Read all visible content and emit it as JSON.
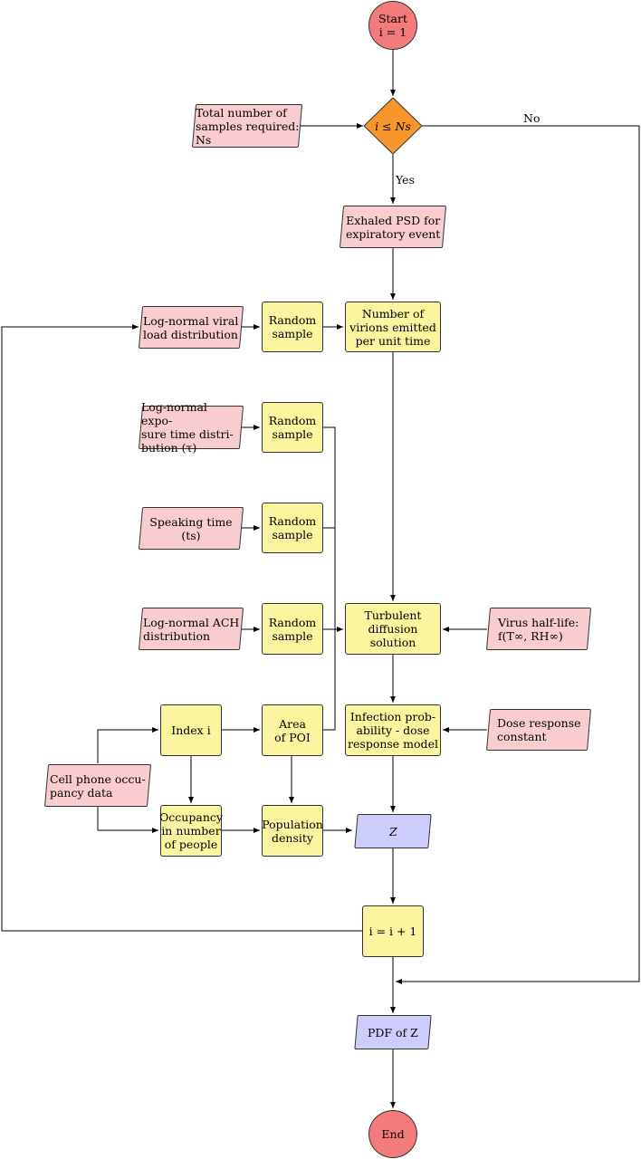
{
  "nodes": {
    "start": "Start\ni = 1",
    "decision": "i ≤ Ns",
    "total_samples": "Total number of\nsamples required:\nNs",
    "exhaled_psd": "Exhaled PSD for\nexpiratory event",
    "lognormal_viral": "Log-normal viral\nload distribution",
    "random_sample_1": "Random\nsample",
    "virions_emitted": "Number of\nvirions emitted\nper unit time",
    "lognormal_exposure": "Log-normal expo-\nsure time distri-\nbution (τ)",
    "random_sample_2": "Random\nsample",
    "speaking_time": "Speaking time (ts)",
    "random_sample_3": "Random\nsample",
    "lognormal_ach": "Log-normal ACH\ndistribution",
    "random_sample_4": "Random\nsample",
    "turbulent_diffusion": "Turbulent\ndiffusion solution",
    "virus_half_life": "Virus half-life:\nf(T∞, RH∞)",
    "index_i": "Index i",
    "area_poi": "Area\nof POI",
    "infection_prob": "Infection prob-\nability - dose\nresponse model",
    "dose_response": "Dose response\nconstant",
    "cell_phone": "Cell phone occu-\npancy data",
    "occupancy": "Occupancy\nin number\nof people",
    "population_density": "Population\ndensity",
    "z": "Z",
    "increment": "i = i + 1",
    "pdf_z": "PDF of Z",
    "end": "End"
  },
  "edge_labels": {
    "no": "No",
    "yes": "Yes"
  },
  "colors": {
    "terminal": "#f47b7b",
    "decision": "#f7962c",
    "process": "#fbf5a0",
    "input": "#f9cdd0",
    "output": "#cdcdfb"
  }
}
